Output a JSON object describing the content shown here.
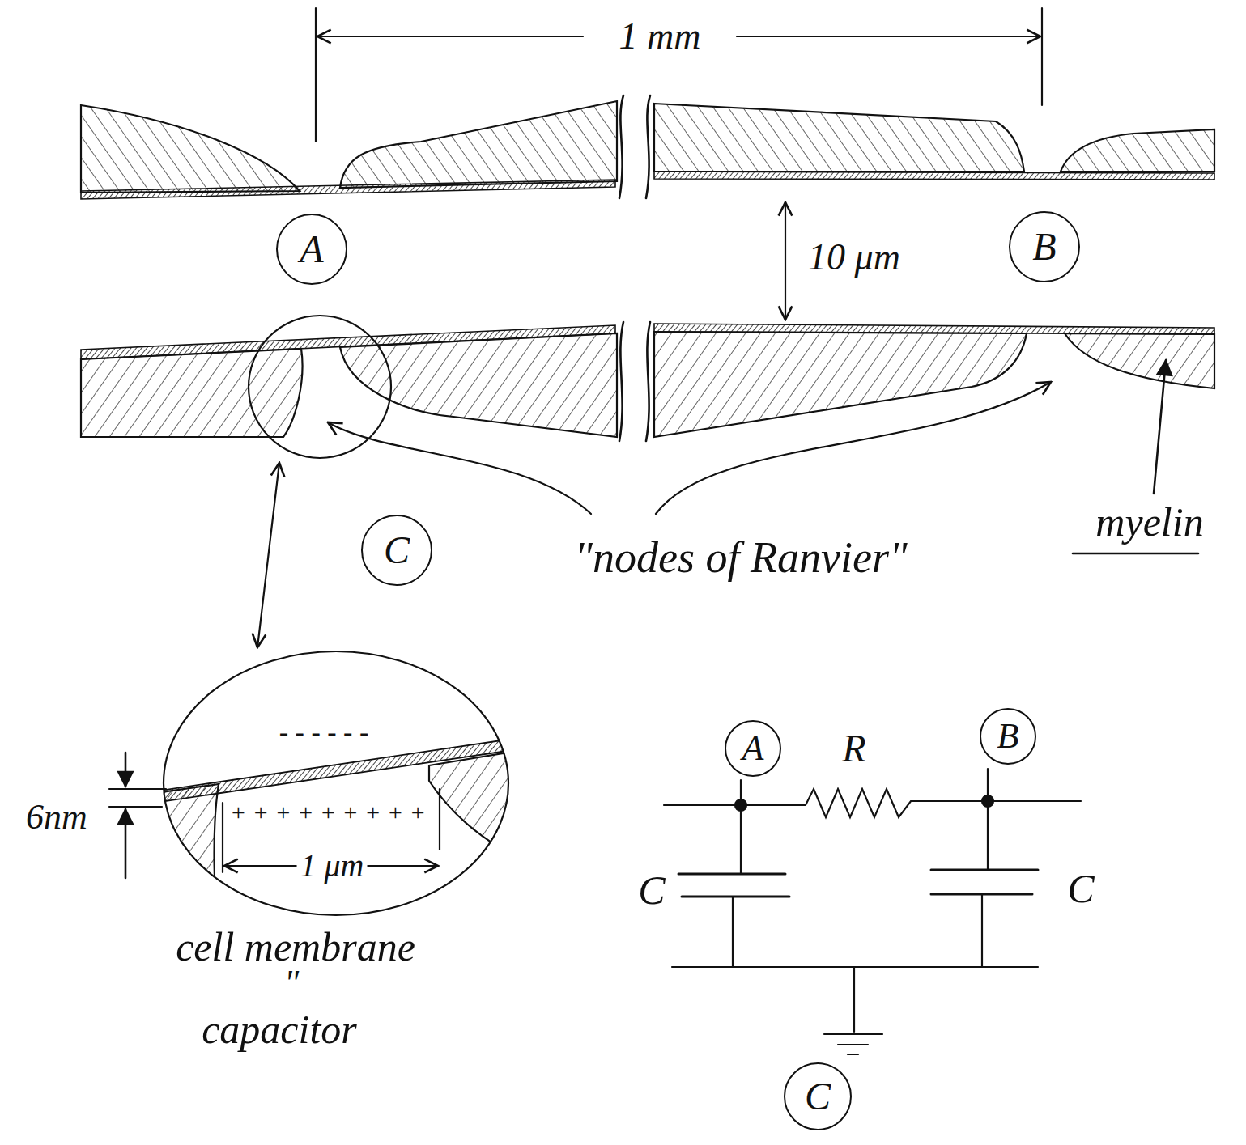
{
  "diagram": {
    "nodes": [
      {
        "text": [
          "A"
        ]
      },
      {
        "text": [
          "B"
        ]
      },
      {
        "text": [
          "C"
        ]
      },
      {
        "text": [
          "A"
        ]
      },
      {
        "text": [
          "B"
        ]
      },
      {
        "text": [
          "C"
        ]
      }
    ],
    "labels": [
      "1 mm",
      "10 μm",
      "\"nodes of Ranvier\"",
      "myelin",
      "- - - - - -",
      "+ + + + + + + + +",
      "6nm",
      "1 μm",
      "cell membrane",
      "\"",
      "capacitor",
      "R",
      "C",
      "C"
    ]
  }
}
